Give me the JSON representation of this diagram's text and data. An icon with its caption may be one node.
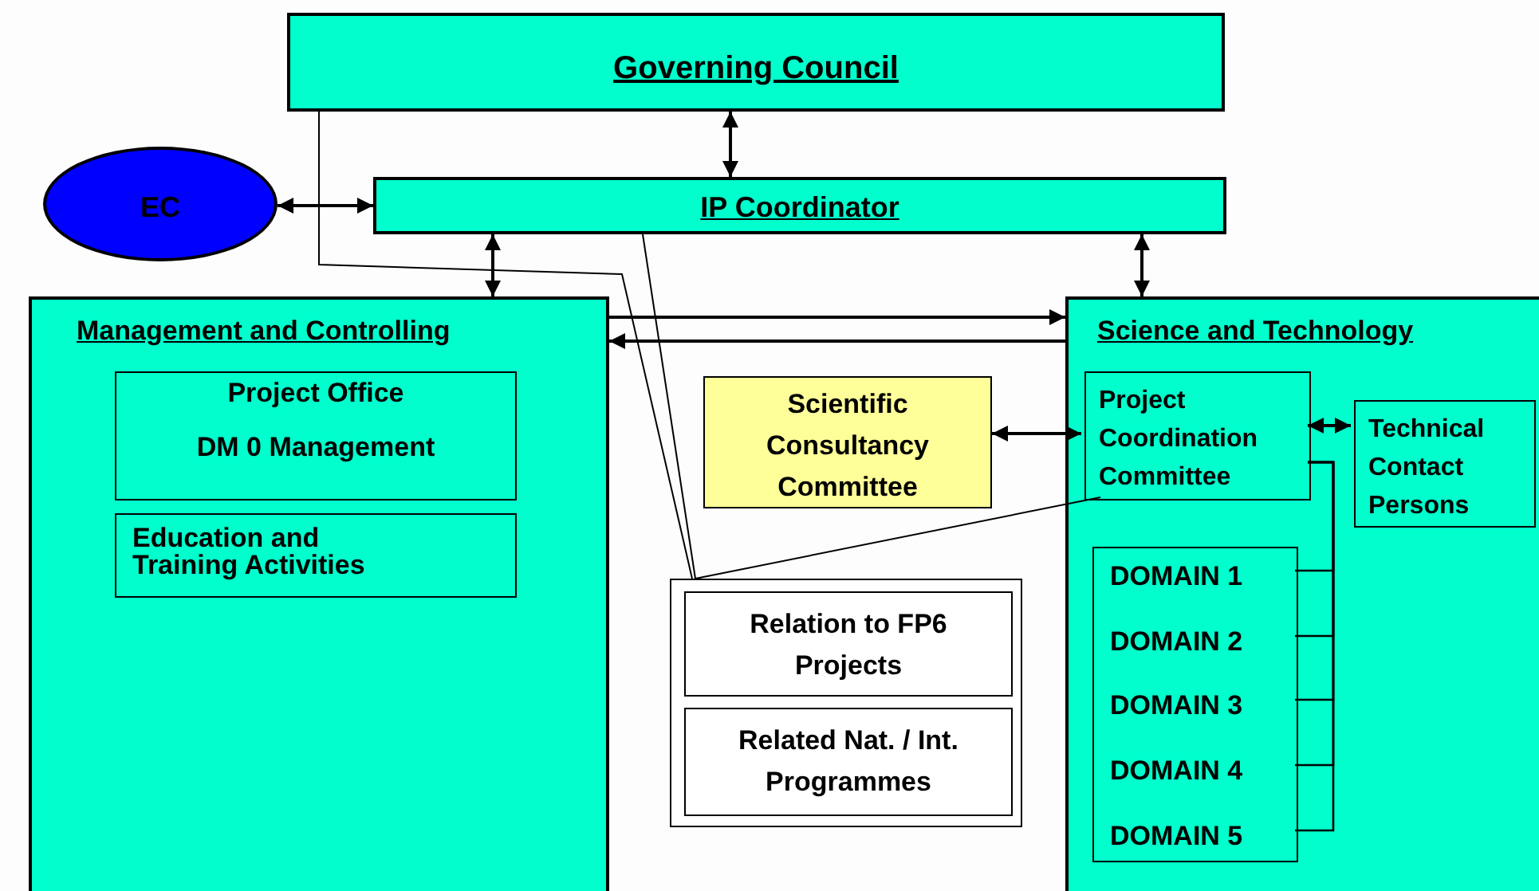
{
  "diagram": {
    "nodes": [
      {
        "text": [
          "Governing Council"
        ]
      },
      {
        "text": [
          "EC"
        ]
      },
      {
        "text": [
          "IP Coordinator"
        ]
      },
      {
        "text": [
          "Management and Controlling"
        ]
      },
      {
        "text": [
          "Project Office",
          "DM 0 Management"
        ],
        "in": 3
      },
      {
        "text": [
          "Education and Training Activities"
        ],
        "in": 3
      },
      {
        "text": [
          "Scientific Consultancy Committee"
        ]
      },
      {
        "text": [
          "Science and Technology"
        ]
      },
      {
        "text": [
          "Project Coordination Committee"
        ],
        "in": 7
      },
      {
        "text": [
          "Technical Contact Persons"
        ],
        "in": 7
      },
      {
        "text": [],
        "shape": "box",
        "in": 7
      },
      {
        "text": [
          "DOMAIN 1"
        ],
        "in": 10
      },
      {
        "text": [
          "DOMAIN 2"
        ],
        "in": 10
      },
      {
        "text": [
          "DOMAIN 3"
        ],
        "in": 10
      },
      {
        "text": [
          "DOMAIN 4"
        ],
        "in": 10
      },
      {
        "text": [
          "DOMAIN 5"
        ],
        "in": 10
      },
      {
        "text": [],
        "shape": "box"
      },
      {
        "text": [
          "Relation to FP6 Projects"
        ],
        "in": 16
      },
      {
        "text": [
          "Related Nat. / Int. Programmes"
        ],
        "in": 16
      }
    ],
    "edges": [
      {
        "from": 0,
        "to": 2,
        "arrow": "both"
      },
      {
        "from": 1,
        "to": 2,
        "arrow": "both"
      },
      {
        "from": 2,
        "to": 3,
        "arrow": "both"
      },
      {
        "from": 2,
        "to": 7,
        "arrow": "both"
      },
      {
        "from": 3,
        "to": 7,
        "arrow": "to"
      },
      {
        "from": 7,
        "to": 3,
        "arrow": "to"
      },
      {
        "from": 6,
        "to": 8,
        "arrow": "both"
      },
      {
        "from": 8,
        "to": 9,
        "arrow": "both"
      },
      {
        "from": 8,
        "to": 11,
        "arrow": "none"
      },
      {
        "from": 8,
        "to": 12,
        "arrow": "none"
      },
      {
        "from": 8,
        "to": 13,
        "arrow": "none"
      },
      {
        "from": 8,
        "to": 14,
        "arrow": "none"
      },
      {
        "from": 8,
        "to": 15,
        "arrow": "none"
      },
      {
        "from": 0,
        "to": 16,
        "arrow": "none"
      },
      {
        "from": 2,
        "to": 16,
        "arrow": "none"
      },
      {
        "from": 8,
        "to": 16,
        "arrow": "none"
      }
    ]
  }
}
